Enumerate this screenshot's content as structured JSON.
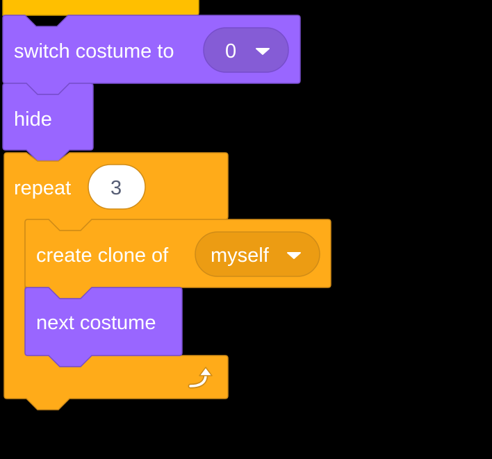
{
  "colors": {
    "background": "#000000",
    "looks": "#9966ff",
    "looks_outline": "#774dcb",
    "looks_field": "#855cd6",
    "control": "#ffab19",
    "control_outline": "#cf8b17",
    "control_field": "#ec9c13",
    "events": "#ffbf00",
    "text": "#ffffff",
    "number_input_text": "#575e75"
  },
  "blocks": {
    "switch_costume": {
      "label": "switch costume to",
      "value": "0"
    },
    "hide": {
      "label": "hide"
    },
    "repeat": {
      "label": "repeat",
      "count": "3",
      "loop_icon": "loop-arrow-icon"
    },
    "create_clone": {
      "label": "create clone of",
      "value": "myself"
    },
    "next_costume": {
      "label": "next costume"
    }
  },
  "icons": {
    "dropdown": "dropdown-arrow-icon",
    "loop": "loop-arrow-icon"
  }
}
